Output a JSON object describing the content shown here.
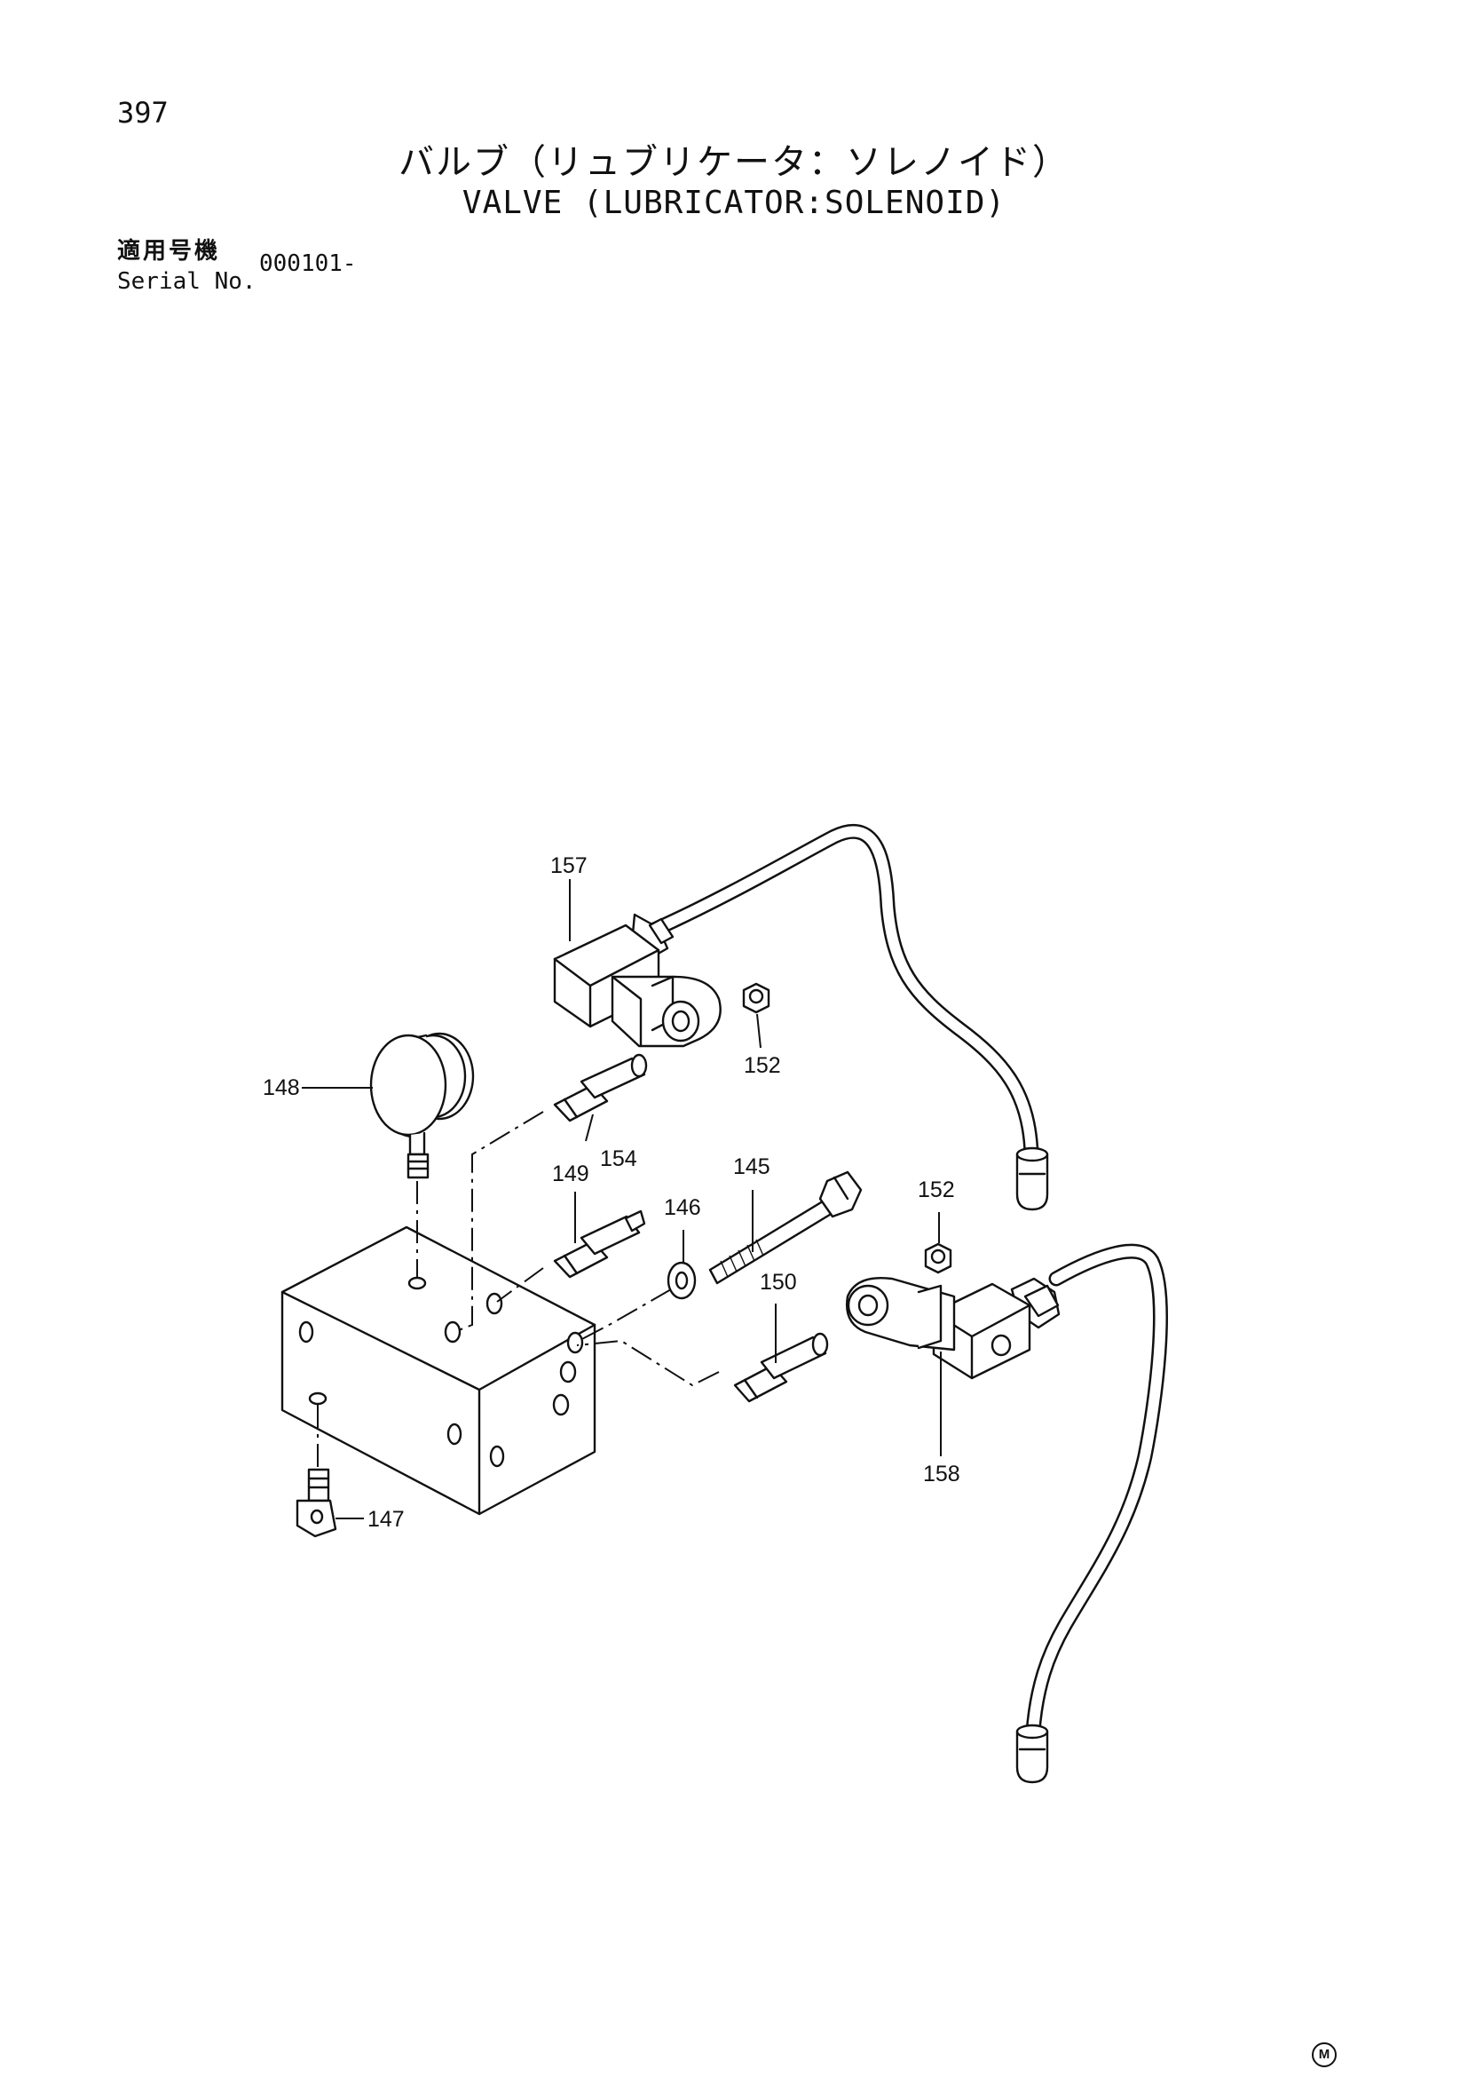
{
  "page": {
    "number": "397",
    "mark": "M"
  },
  "title": {
    "japanese": "バルブ（リュブリケータ：ソレノイド）",
    "english": "VALVE (LUBRICATOR:SOLENOID)"
  },
  "serial": {
    "label_jp": "適用号機",
    "label_en": "Serial No.",
    "value": "000101-"
  },
  "callouts": {
    "p157": "157",
    "p148": "148",
    "p154": "154",
    "p152a": "152",
    "p149": "149",
    "p145": "145",
    "p146": "146",
    "p152b": "152",
    "p150": "150",
    "p158": "158",
    "p147": "147"
  }
}
